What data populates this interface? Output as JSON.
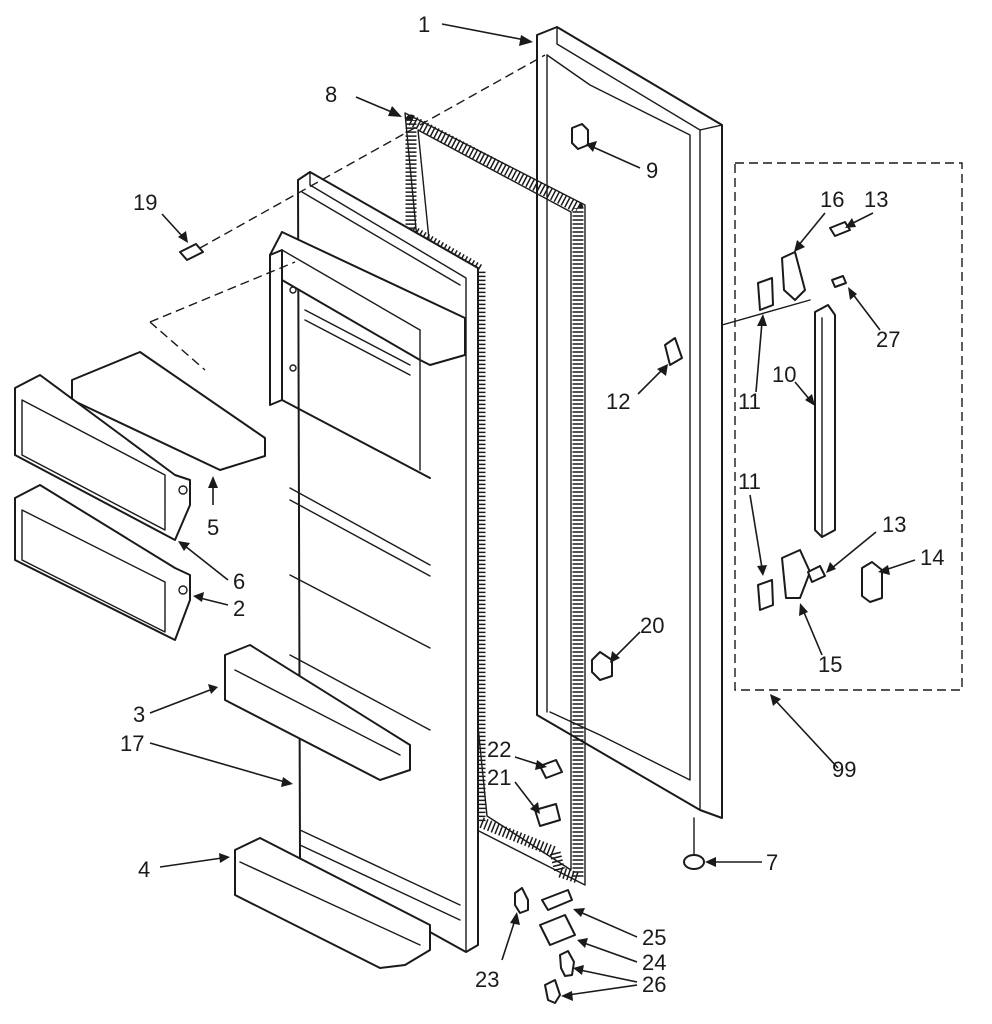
{
  "callouts": [
    {
      "id": "c1",
      "text": "1"
    },
    {
      "id": "c8",
      "text": "8"
    },
    {
      "id": "c9",
      "text": "9"
    },
    {
      "id": "c19",
      "text": "19"
    },
    {
      "id": "c16",
      "text": "16"
    },
    {
      "id": "c13a",
      "text": "13"
    },
    {
      "id": "c27",
      "text": "27"
    },
    {
      "id": "c11a",
      "text": "11"
    },
    {
      "id": "c10",
      "text": "10"
    },
    {
      "id": "c12",
      "text": "12"
    },
    {
      "id": "c5",
      "text": "5"
    },
    {
      "id": "c6",
      "text": "6"
    },
    {
      "id": "c2",
      "text": "2"
    },
    {
      "id": "c11b",
      "text": "11"
    },
    {
      "id": "c13b",
      "text": "13"
    },
    {
      "id": "c14",
      "text": "14"
    },
    {
      "id": "c15",
      "text": "15"
    },
    {
      "id": "c20",
      "text": "20"
    },
    {
      "id": "c3",
      "text": "3"
    },
    {
      "id": "c17",
      "text": "17"
    },
    {
      "id": "c22",
      "text": "22"
    },
    {
      "id": "c21",
      "text": "21"
    },
    {
      "id": "c99",
      "text": "99"
    },
    {
      "id": "c7",
      "text": "7"
    },
    {
      "id": "c4",
      "text": "4"
    },
    {
      "id": "c25",
      "text": "25"
    },
    {
      "id": "c24",
      "text": "24"
    },
    {
      "id": "c23",
      "text": "23"
    },
    {
      "id": "c26",
      "text": "26"
    }
  ]
}
